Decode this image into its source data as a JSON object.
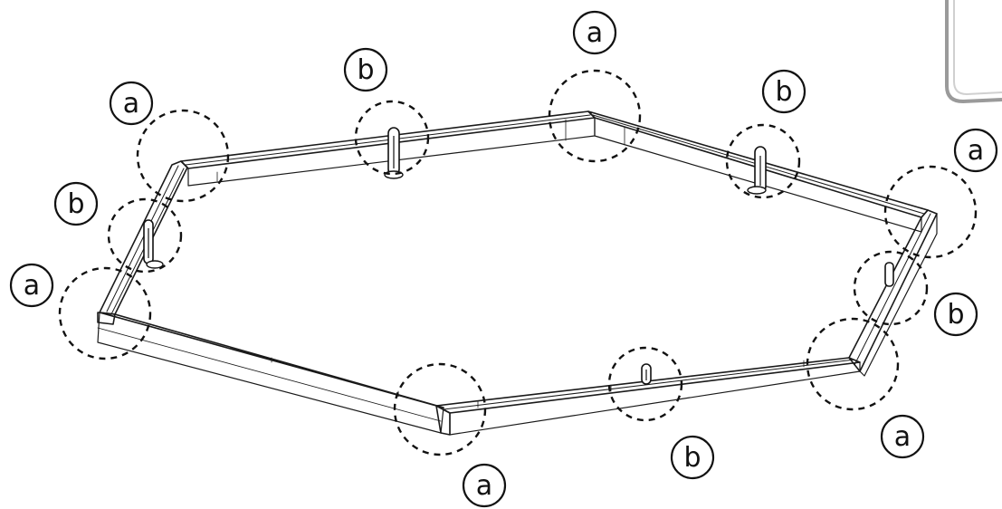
{
  "labels": {
    "a": "a",
    "b": "b"
  },
  "callouts": [
    {
      "id": "a1",
      "text": "a",
      "kind": "corner"
    },
    {
      "id": "a2",
      "text": "a",
      "kind": "corner"
    },
    {
      "id": "a3",
      "text": "a",
      "kind": "corner"
    },
    {
      "id": "a4",
      "text": "a",
      "kind": "corner"
    },
    {
      "id": "a5",
      "text": "a",
      "kind": "corner"
    },
    {
      "id": "a6",
      "text": "a",
      "kind": "corner"
    },
    {
      "id": "b1",
      "text": "b",
      "kind": "bracket"
    },
    {
      "id": "b2",
      "text": "b",
      "kind": "bracket"
    },
    {
      "id": "b3",
      "text": "b",
      "kind": "bracket"
    },
    {
      "id": "b4",
      "text": "b",
      "kind": "bracket"
    },
    {
      "id": "b5",
      "text": "b",
      "kind": "bracket"
    }
  ],
  "colors": {
    "line": "#1a1a1a",
    "background": "#ffffff",
    "panel": "#f2f2f2"
  }
}
